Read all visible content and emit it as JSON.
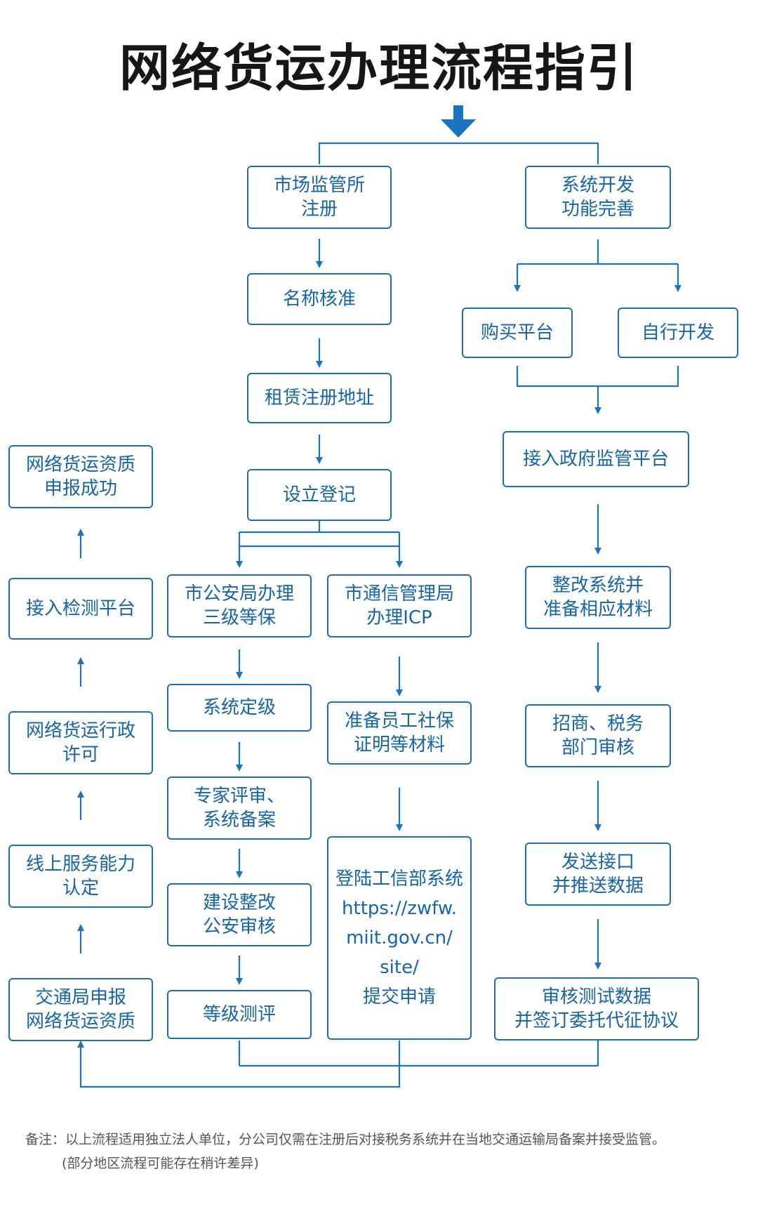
{
  "title": "网络货运办理流程指引",
  "nodes": {
    "market": [
      "市场监管所",
      "注册"
    ],
    "name_approval": [
      "名称核准"
    ],
    "lease_address": [
      "租赁注册地址"
    ],
    "establish": [
      "设立登记"
    ],
    "police": [
      "市公安局办理",
      "三级等保"
    ],
    "comm_bureau": [
      "市通信管理局",
      "办理ICP"
    ],
    "sys_grading": [
      "系统定级"
    ],
    "expert_review": [
      "专家评审、",
      "系统备案"
    ],
    "rectify_police": [
      "建设整改",
      "公安审核"
    ],
    "grade_eval": [
      "等级测评"
    ],
    "prepare_materials": [
      "准备员工社保",
      "证明等材料"
    ],
    "miit_submit": [
      "登陆工信部系统",
      "https://zwfw.",
      "miit.gov.cn/",
      "site/",
      "提交申请"
    ],
    "sys_dev": [
      "系统开发",
      "功能完善"
    ],
    "buy_platform": [
      "购买平台"
    ],
    "self_dev": [
      "自行开发"
    ],
    "gov_platform": [
      "接入政府监管平台"
    ],
    "rectify_system": [
      "整改系统并",
      "准备相应材料"
    ],
    "tax_review": [
      "招商、税务",
      "部门审核"
    ],
    "send_data": [
      "发送接口",
      "并推送数据"
    ],
    "audit_sign": [
      "审核测试数据",
      "并签订委托代征协议"
    ],
    "apply_transport": [
      "交通局申报",
      "网络货运资质"
    ],
    "online_service": [
      "线上服务能力",
      "认定"
    ],
    "admin_permit": [
      "网络货运行政",
      "许可"
    ],
    "detect_platform": [
      "接入检测平台"
    ],
    "success": [
      "网络货运资质",
      "申报成功"
    ]
  },
  "note": {
    "line1": "备注：以上流程适用独立法人单位，分公司仅需在注册后对接税务系统并在当地交通运输局备案并接受监管。",
    "line2": "(部分地区流程可能存在稍许差异)"
  },
  "colors": {
    "box_border": "#1f6fae",
    "box_text": "#1565a8",
    "arrow": "#1a74c0",
    "title": "#161616"
  }
}
